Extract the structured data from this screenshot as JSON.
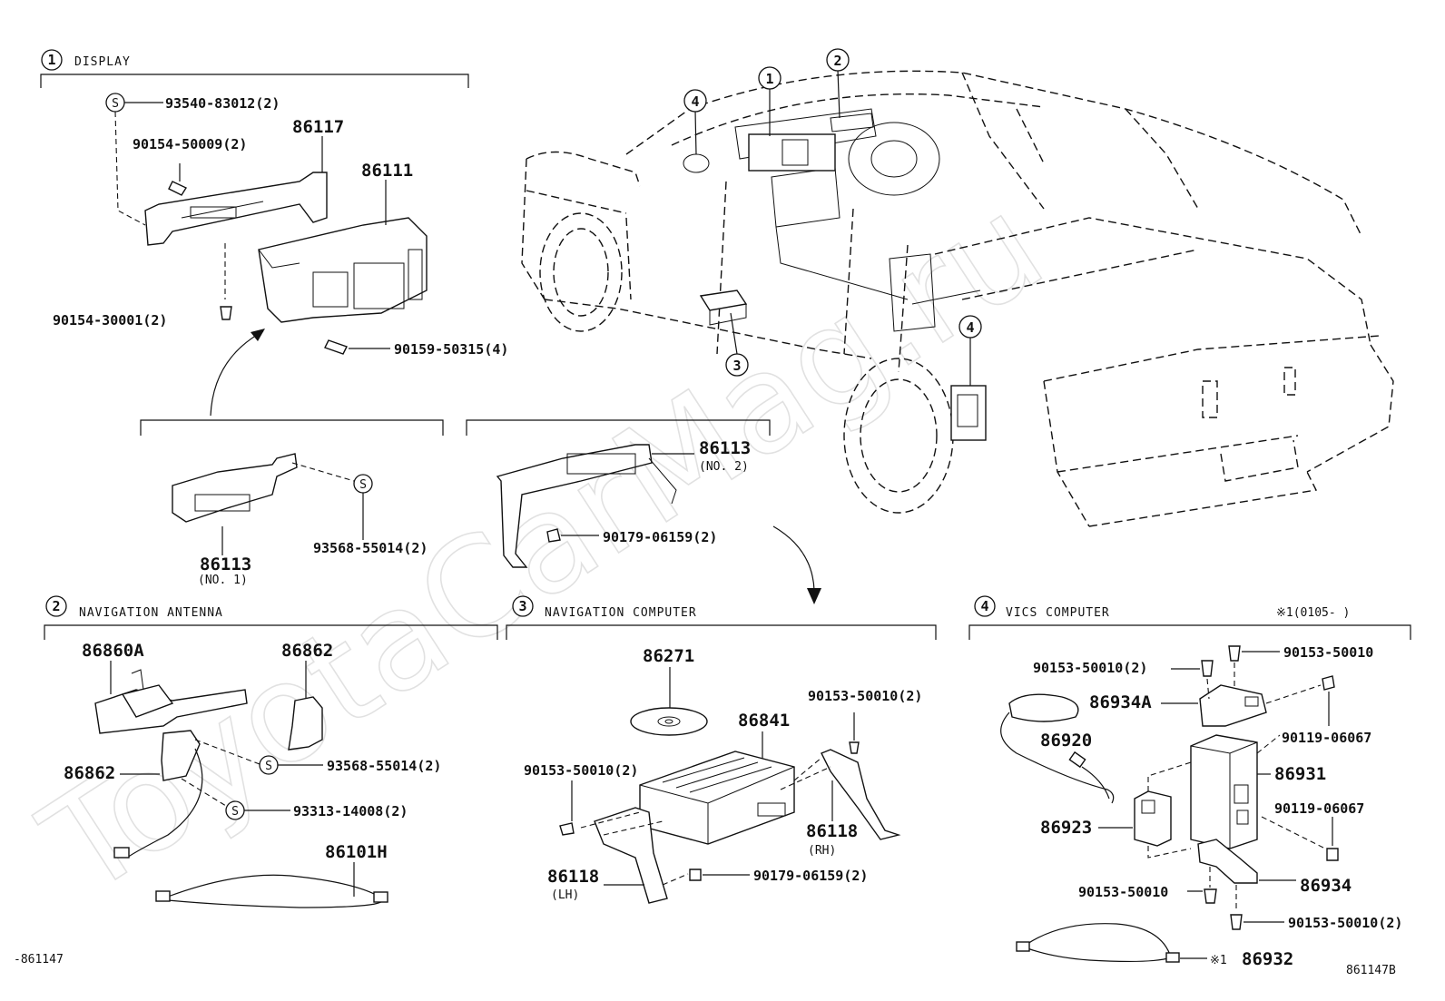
{
  "watermark": "ToyotaCarMag.ru",
  "figure_codes": {
    "left": "-861147",
    "right": "861147B"
  },
  "sections": {
    "display": {
      "num": "1",
      "title": "DISPLAY"
    },
    "antenna": {
      "num": "2",
      "title": "NAVIGATION ANTENNA"
    },
    "computer": {
      "num": "3",
      "title": "NAVIGATION COMPUTER"
    },
    "vics": {
      "num": "4",
      "title": "VICS COMPUTER",
      "note": "※1(0105-      )"
    }
  },
  "car_callouts": [
    "1",
    "2",
    "3",
    "4",
    "4"
  ],
  "s_mark": "S",
  "display_parts": {
    "p93540": "93540-83012(2)",
    "p86117": "86117",
    "p90154a": "90154-50009(2)",
    "p86111": "86111",
    "p90154b": "90154-30001(2)",
    "p90159": "90159-50315(4)",
    "p86113a": "86113",
    "p86113a_sub": "(NO. 1)",
    "p93568a": "93568-55014(2)",
    "p86113b": "86113",
    "p86113b_sub": "(NO. 2)",
    "p90179a": "90179-06159(2)"
  },
  "antenna_parts": {
    "p86860a": "86860A",
    "p86862a": "86862",
    "p86862b": "86862",
    "p93568b": "93568-55014(2)",
    "p93313": "93313-14008(2)",
    "p86101h": "86101H"
  },
  "computer_parts": {
    "p86271": "86271",
    "p86841": "86841",
    "p90153a": "90153-50010(2)",
    "p90153b": "90153-50010(2)",
    "p86118rh": "86118",
    "p86118rh_sub": "(RH)",
    "p86118lh": "86118",
    "p86118lh_sub": "(LH)",
    "p90179b": "90179-06159(2)"
  },
  "vics_parts": {
    "p90153c": "90153-50010(2)",
    "p90153d": "90153-50010",
    "p86934a": "86934A",
    "p90119a": "90119-06067",
    "p86920": "86920",
    "p86931": "86931",
    "p90119b": "90119-06067",
    "p86923": "86923",
    "p90153e": "90153-50010",
    "p86934": "86934",
    "p90153f": "90153-50010(2)",
    "p86932": "86932",
    "p86932_mark": "※1"
  }
}
